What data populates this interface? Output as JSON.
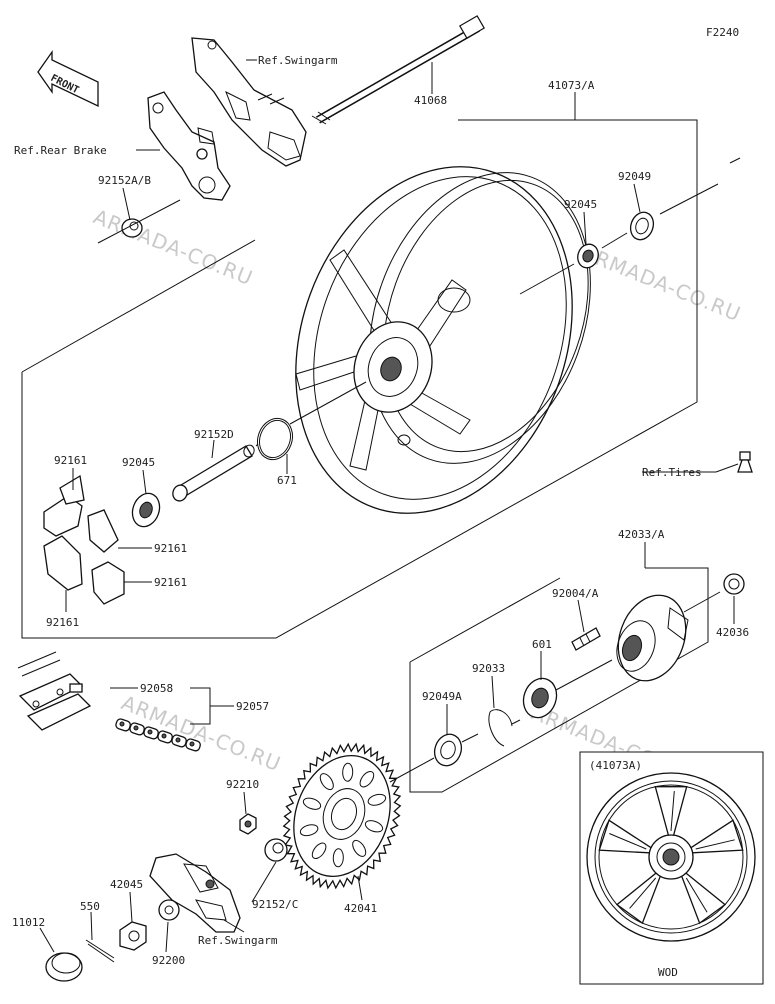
{
  "diagram": {
    "code": "F2240",
    "front_label": "FRONT",
    "watermark": "ARMADA-CO.RU",
    "inset_title": "(41073A)",
    "inset_caption": "WOD"
  },
  "labels": {
    "ref_swingarm_top": "Ref.Swingarm",
    "ref_rear_brake": "Ref.Rear Brake",
    "p41068": "41068",
    "p41073": "41073/A",
    "p92152ab": "92152A/B",
    "p92049": "92049",
    "p92045_top": "92045",
    "p92152d": "92152D",
    "p92161_top": "92161",
    "p92045_left": "92045",
    "p671": "671",
    "p92161_mid": "92161",
    "p92161_low": "92161",
    "p92161_bot": "92161",
    "ref_tires": "Ref.Tires",
    "p42033": "42033/A",
    "p92004": "92004/A",
    "p42036": "42036",
    "p92033": "92033",
    "p601": "601",
    "p92049a": "92049A",
    "p92058": "92058",
    "p92057": "92057",
    "p92210": "92210",
    "p42045": "42045",
    "p92152c": "92152/C",
    "p42041": "42041",
    "p550": "550",
    "p11012": "11012",
    "ref_swingarm_bot": "Ref.Swingarm",
    "p92200": "92200"
  }
}
